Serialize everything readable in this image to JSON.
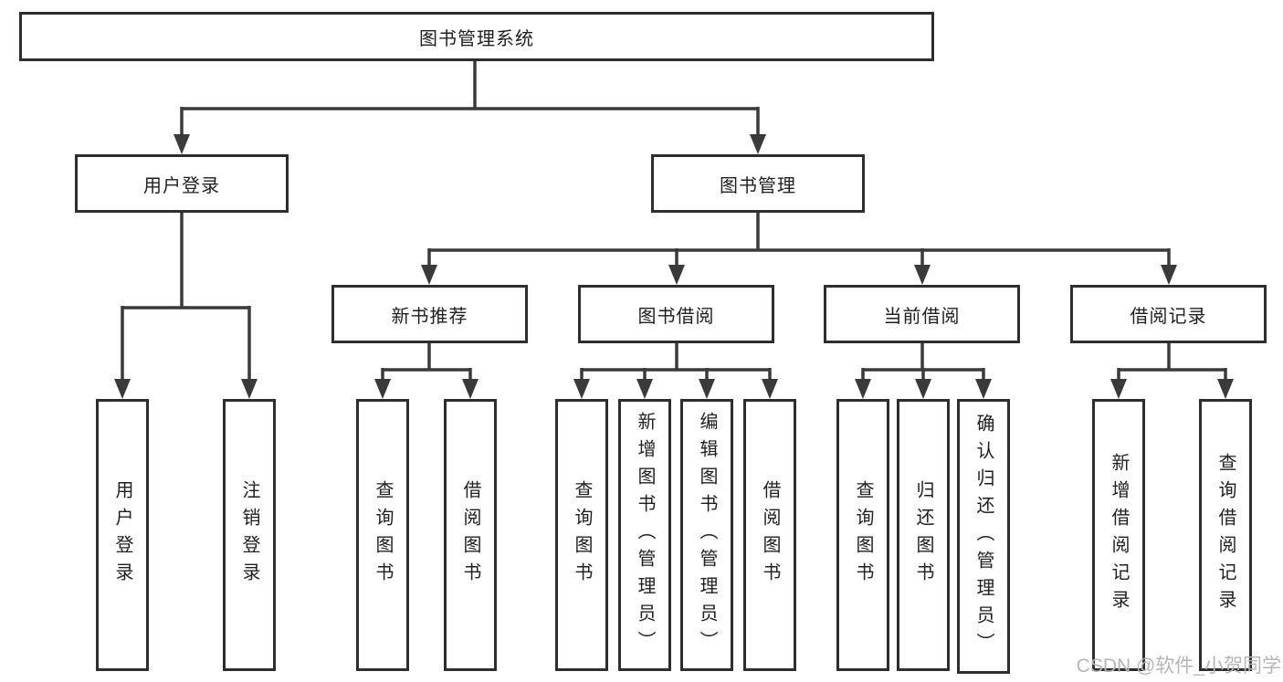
{
  "diagram": {
    "root": {
      "label": "图书管理系统"
    },
    "level2": [
      {
        "label": "用户登录"
      },
      {
        "label": "图书管理"
      }
    ],
    "level3": [
      {
        "label": "新书推荐"
      },
      {
        "label": "图书借阅"
      },
      {
        "label": "当前借阅"
      },
      {
        "label": "借阅记录"
      }
    ],
    "leaves": {
      "login": [
        "用户登录",
        "注销登录"
      ],
      "new_book": [
        "查询图书",
        "借阅图书"
      ],
      "borrow": [
        "查询图书",
        "新增图书（管理员）",
        "编辑图书（管理员）",
        "借阅图书"
      ],
      "current": [
        "查询图书",
        "归还图书",
        "确认归还（管理员）"
      ],
      "records": [
        "新增借阅记录",
        "查询借阅记录"
      ]
    }
  },
  "watermark": "CSDN @软件_小贺同学",
  "colors": {
    "line": "#3a3a3a",
    "border": "#2e2e2e",
    "text": "#1f1f1f",
    "watermark": "#b5b5b5",
    "background": "#ffffff"
  }
}
